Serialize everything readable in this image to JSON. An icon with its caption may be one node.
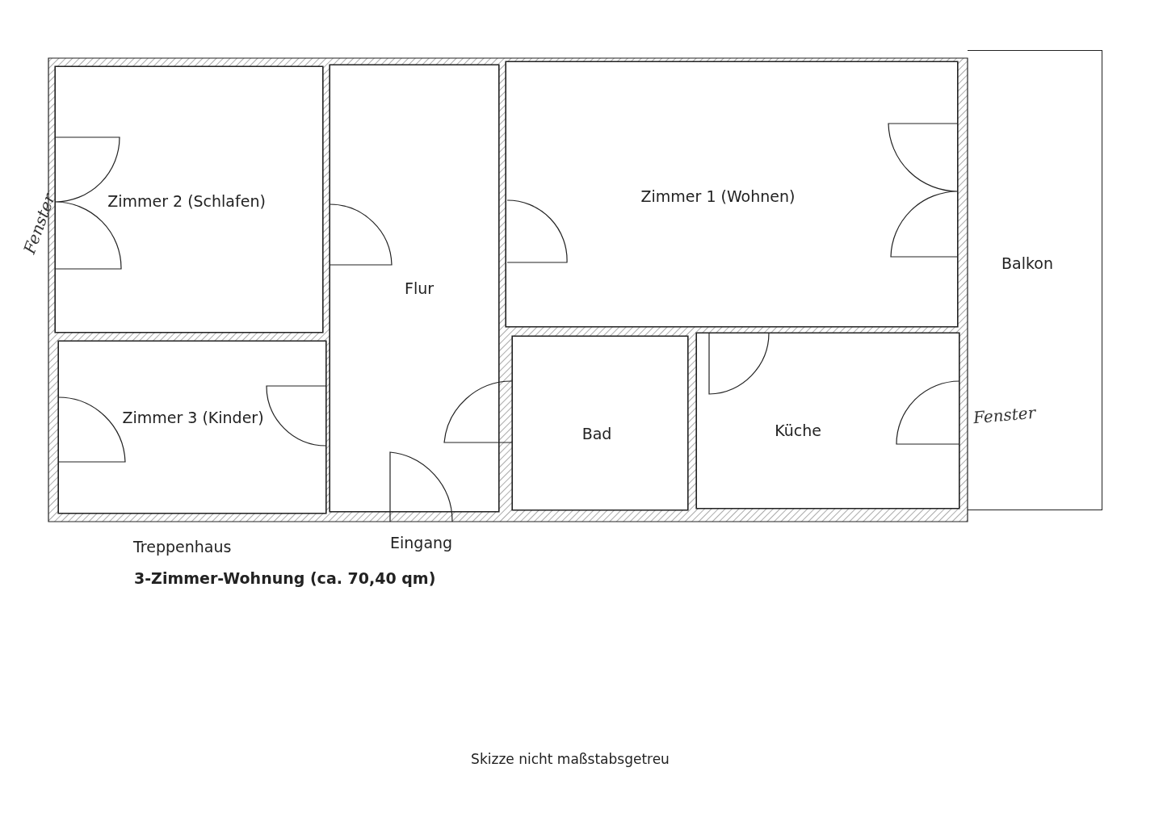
{
  "diagram": {
    "title": "3-Zimmer-Wohnung (ca. 70,40 qm)",
    "caption": "Skizze nicht maßstabsgetreu",
    "nodes": [
      {
        "text": [
          "Zimmer 2 (Schlafen)"
        ]
      },
      {
        "text": [
          "Flur"
        ]
      },
      {
        "text": [
          "Zimmer 1 (Wohnen)"
        ]
      },
      {
        "text": [
          "Balkon"
        ]
      },
      {
        "text": [
          "Zimmer 3 (Kinder)"
        ]
      },
      {
        "text": [
          "Bad"
        ]
      },
      {
        "text": [
          "Küche"
        ]
      }
    ],
    "edges": [],
    "labels": [
      "Fenster",
      "Fenster",
      "Treppenhaus",
      "Eingang"
    ]
  }
}
